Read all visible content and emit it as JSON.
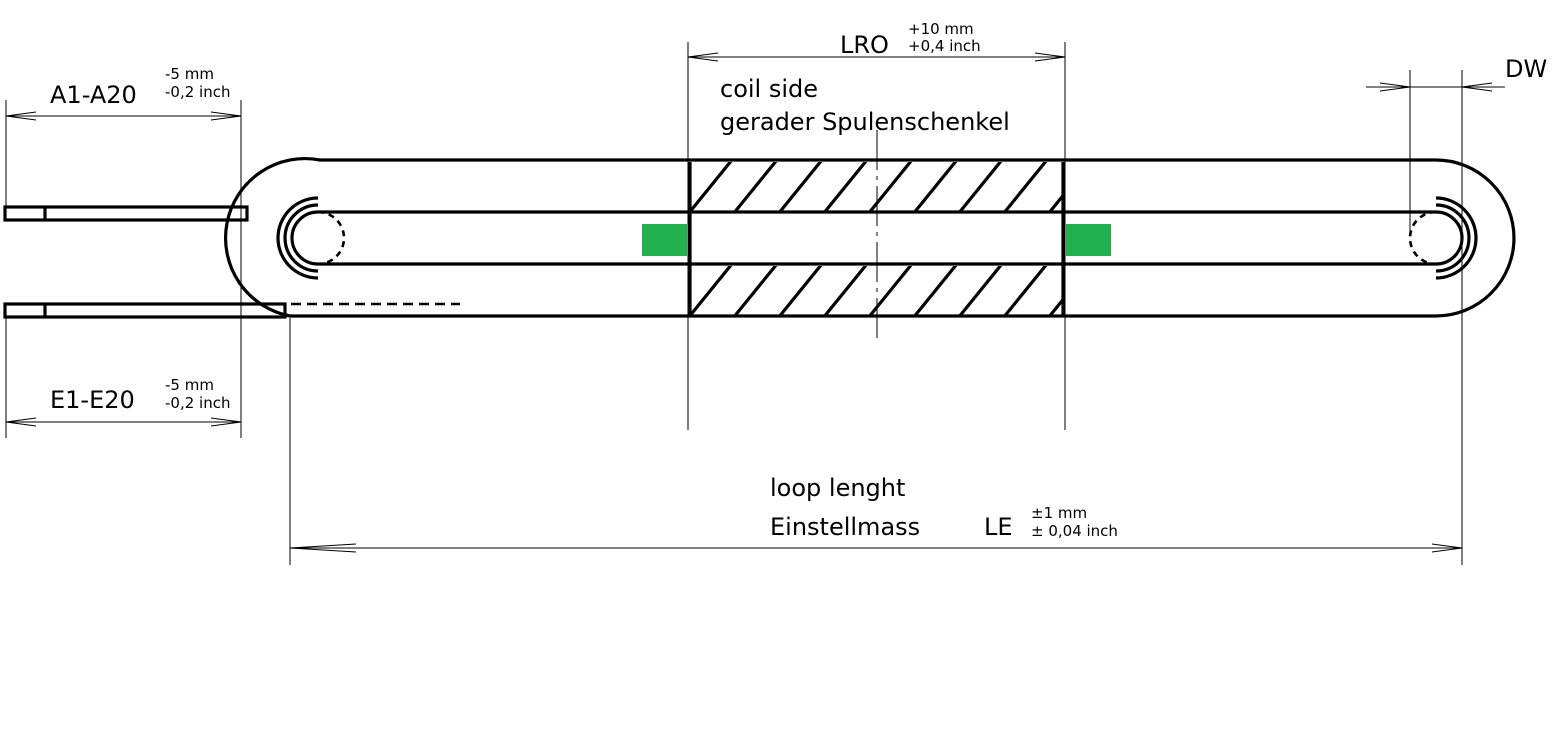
{
  "labels": {
    "lro": "LRO",
    "lro_tol_plus": "+10  mm",
    "lro_tol_inch": "+0,4  inch",
    "coil_side_en": "coil side",
    "coil_side_de": "gerader Spulenschenkel",
    "a_range": "A1-A20",
    "a_tol_mm": "-5  mm",
    "a_tol_inch": "-0,2  inch",
    "e_range": "E1-E20",
    "e_tol_mm": "-5  mm",
    "e_tol_inch": "-0,2  inch",
    "dw": "DW",
    "loop_en": "loop lenght",
    "loop_de": "Einstellmass",
    "le": "LE",
    "le_tol_mm": "±1  mm",
    "le_tol_inch": "±  0,04  inch"
  },
  "colors": {
    "marker": "#22b14c",
    "line": "#000000"
  }
}
